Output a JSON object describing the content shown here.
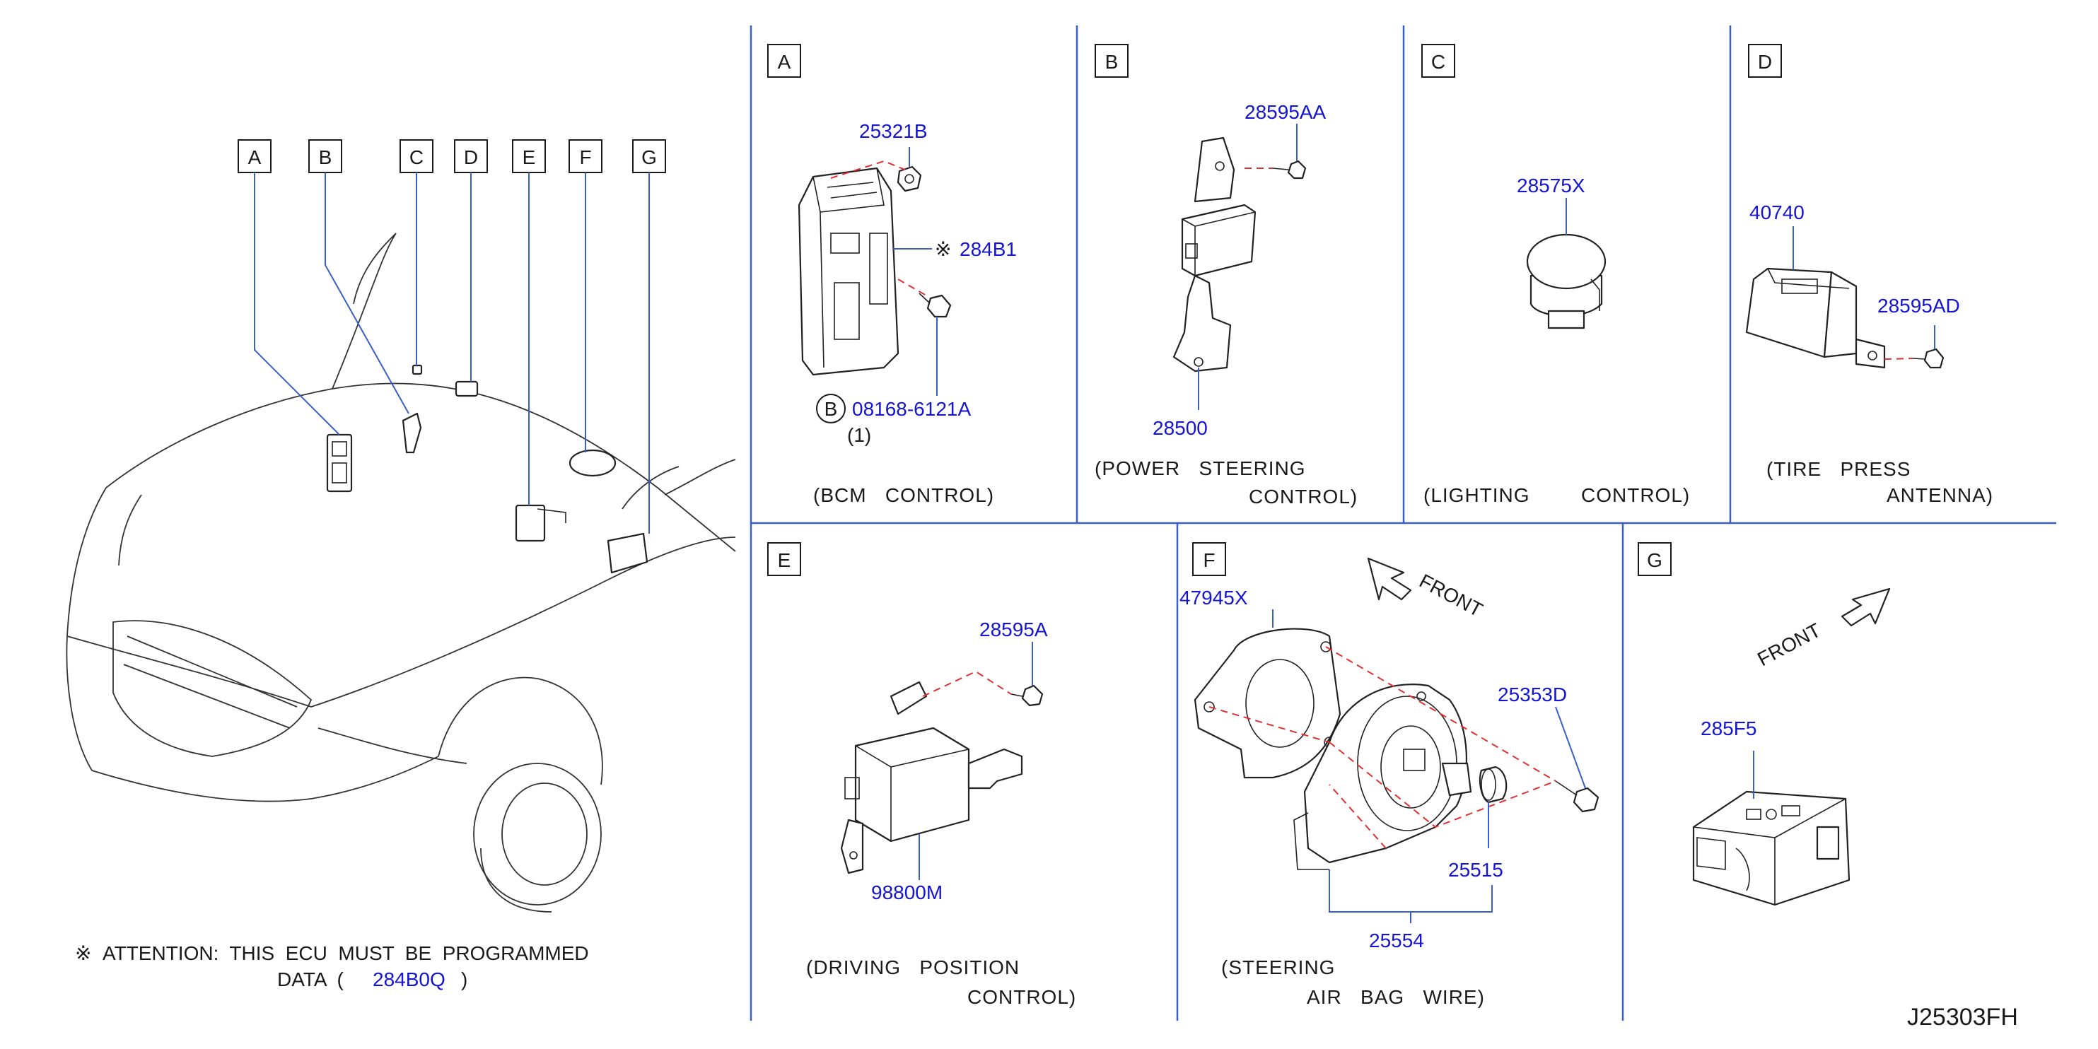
{
  "overview": {
    "callouts": [
      "A",
      "B",
      "C",
      "D",
      "E",
      "F",
      "G"
    ],
    "attention_mark": "※",
    "attention_line1": "ATTENTION:  THIS  ECU  MUST  BE  PROGRAMMED",
    "attention_line2_prefix": "DATA  (",
    "attention_part": "284B0Q",
    "attention_line2_suffix": ")"
  },
  "sections": {
    "A": {
      "letter": "A",
      "parts": {
        "p1": "25321B",
        "p2": "284B1",
        "p3": "08168-6121A",
        "p3_qty": "(1)",
        "p3_circle": "B",
        "p2_mark": "※"
      },
      "title_lines": [
        "(BCM   CONTROL)"
      ]
    },
    "B": {
      "letter": "B",
      "parts": {
        "p1": "28595AA",
        "p2": "28500"
      },
      "title_lines": [
        "(POWER   STEERING",
        "CONTROL)"
      ]
    },
    "C": {
      "letter": "C",
      "parts": {
        "p1": "28575X"
      },
      "title_lines": [
        "(LIGHTING",
        "CONTROL)"
      ]
    },
    "D": {
      "letter": "D",
      "parts": {
        "p1": "40740",
        "p2": "28595AD"
      },
      "title_lines": [
        "(TIRE   PRESS",
        "ANTENNA)"
      ]
    },
    "E": {
      "letter": "E",
      "parts": {
        "p1": "28595A",
        "p2": "98800M"
      },
      "title_lines": [
        "(DRIVING   POSITION",
        "CONTROL)"
      ]
    },
    "F": {
      "letter": "F",
      "front_label": "FRONT",
      "parts": {
        "p1": "47945X",
        "p2": "25353D",
        "p3": "25515",
        "p4": "25554"
      },
      "title_lines": [
        "(STEERING",
        "AIR   BAG   WIRE)"
      ]
    },
    "G": {
      "letter": "G",
      "front_label": "FRONT",
      "parts": {
        "p1": "285F5"
      }
    }
  },
  "diagram_code": "J25303FH"
}
